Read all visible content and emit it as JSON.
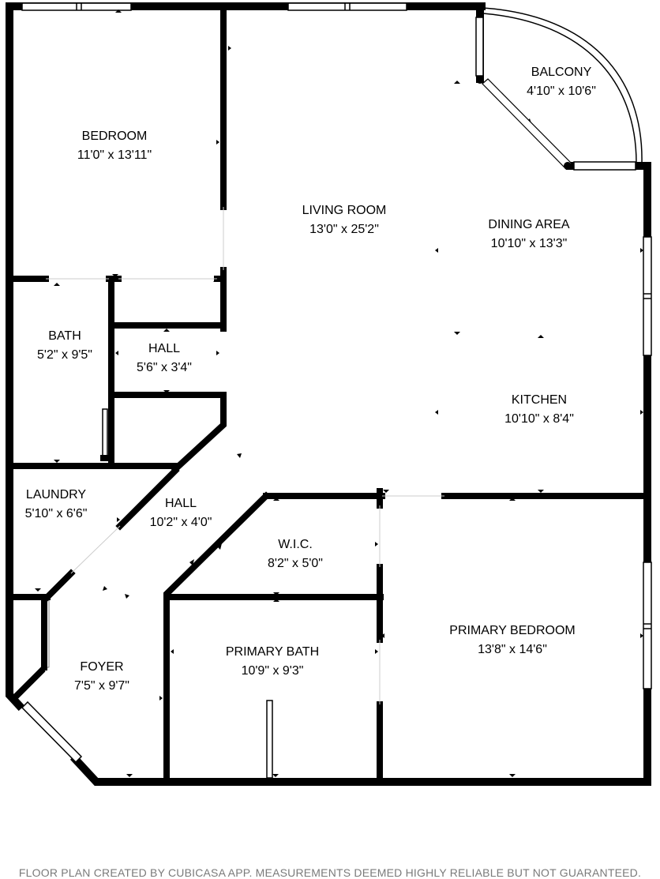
{
  "colors": {
    "wall": "#000000",
    "window": "#ffffff",
    "background": "#ffffff",
    "footer_text": "#7a7a7a"
  },
  "rooms": {
    "bedroom": {
      "name": "BEDROOM",
      "dims": "11'0\" x 13'11\""
    },
    "balcony": {
      "name": "BALCONY",
      "dims": "4'10\" x 10'6\""
    },
    "living_room": {
      "name": "LIVING ROOM",
      "dims": "13'0\" x 25'2\""
    },
    "dining_area": {
      "name": "DINING AREA",
      "dims": "10'10\" x 13'3\""
    },
    "bath": {
      "name": "BATH",
      "dims": "5'2\" x 9'5\""
    },
    "hall_upper": {
      "name": "HALL",
      "dims": "5'6\" x 3'4\""
    },
    "kitchen": {
      "name": "KITCHEN",
      "dims": "10'10\" x 8'4\""
    },
    "laundry": {
      "name": "LAUNDRY",
      "dims": "5'10\" x 6'6\""
    },
    "hall_lower": {
      "name": "HALL",
      "dims": "10'2\" x 4'0\""
    },
    "wic": {
      "name": "W.I.C.",
      "dims": "8'2\" x 5'0\""
    },
    "primary_bedroom": {
      "name": "PRIMARY BEDROOM",
      "dims": "13'8\" x 14'6\""
    },
    "primary_bath": {
      "name": "PRIMARY BATH",
      "dims": "10'9\" x 9'3\""
    },
    "foyer": {
      "name": "FOYER",
      "dims": "7'5\" x 9'7\""
    }
  },
  "footer": "FLOOR PLAN CREATED BY CUBICASA APP. MEASUREMENTS DEEMED HIGHLY RELIABLE BUT NOT GUARANTEED."
}
